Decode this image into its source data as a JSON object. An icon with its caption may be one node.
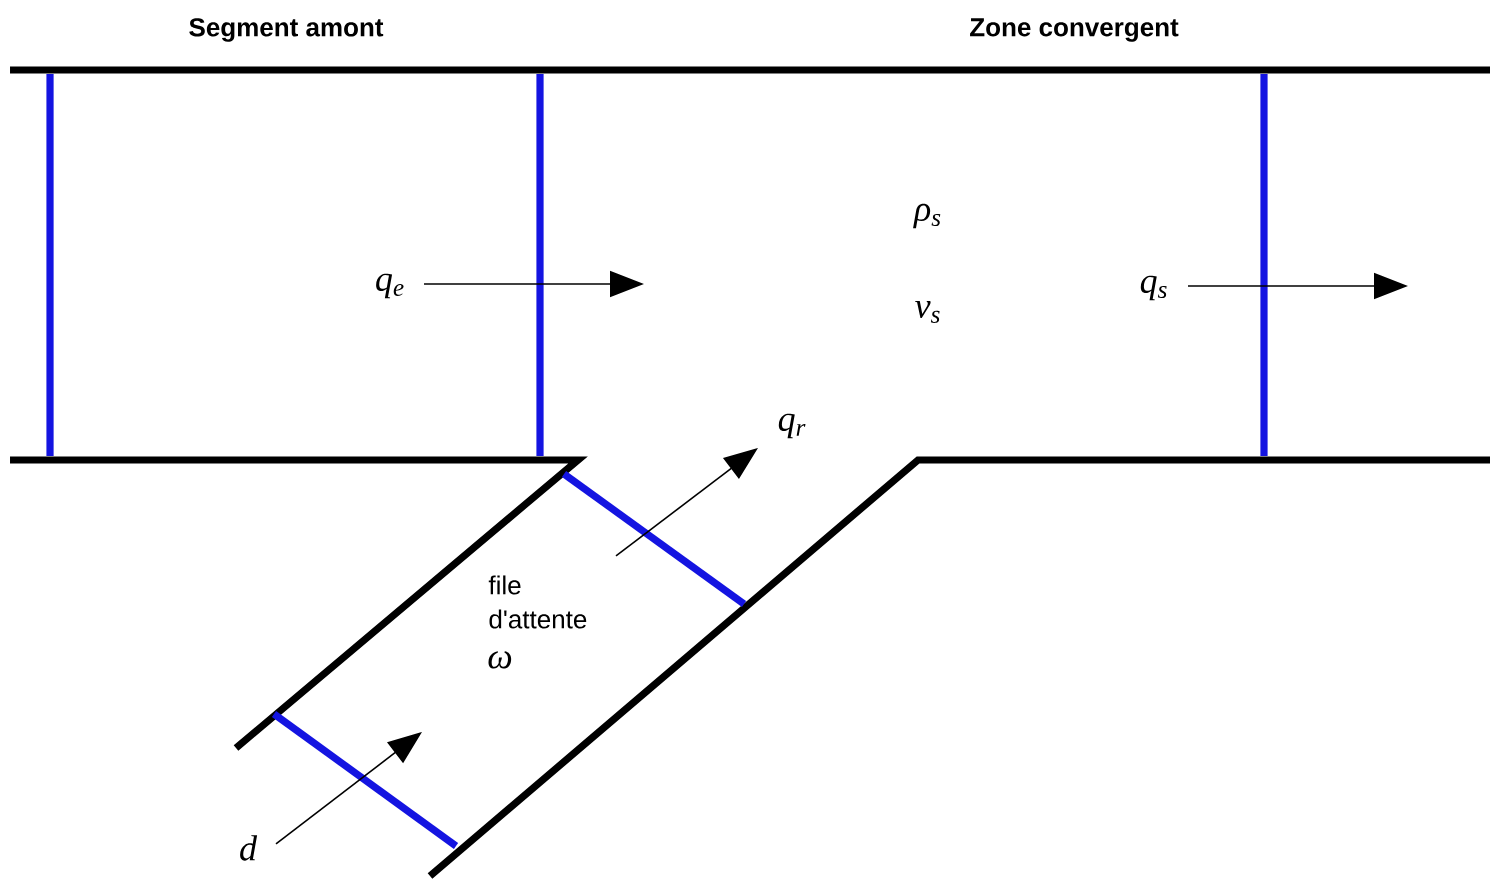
{
  "diagram": {
    "labels": [
      "Segment amont",
      "Zone convergent",
      "ρ$_{s}$",
      "q$_{e}$",
      "v$_{s}$",
      "q$_{s}$",
      "q$_{r}$",
      "file d'attente",
      "ω",
      "d"
    ]
  }
}
